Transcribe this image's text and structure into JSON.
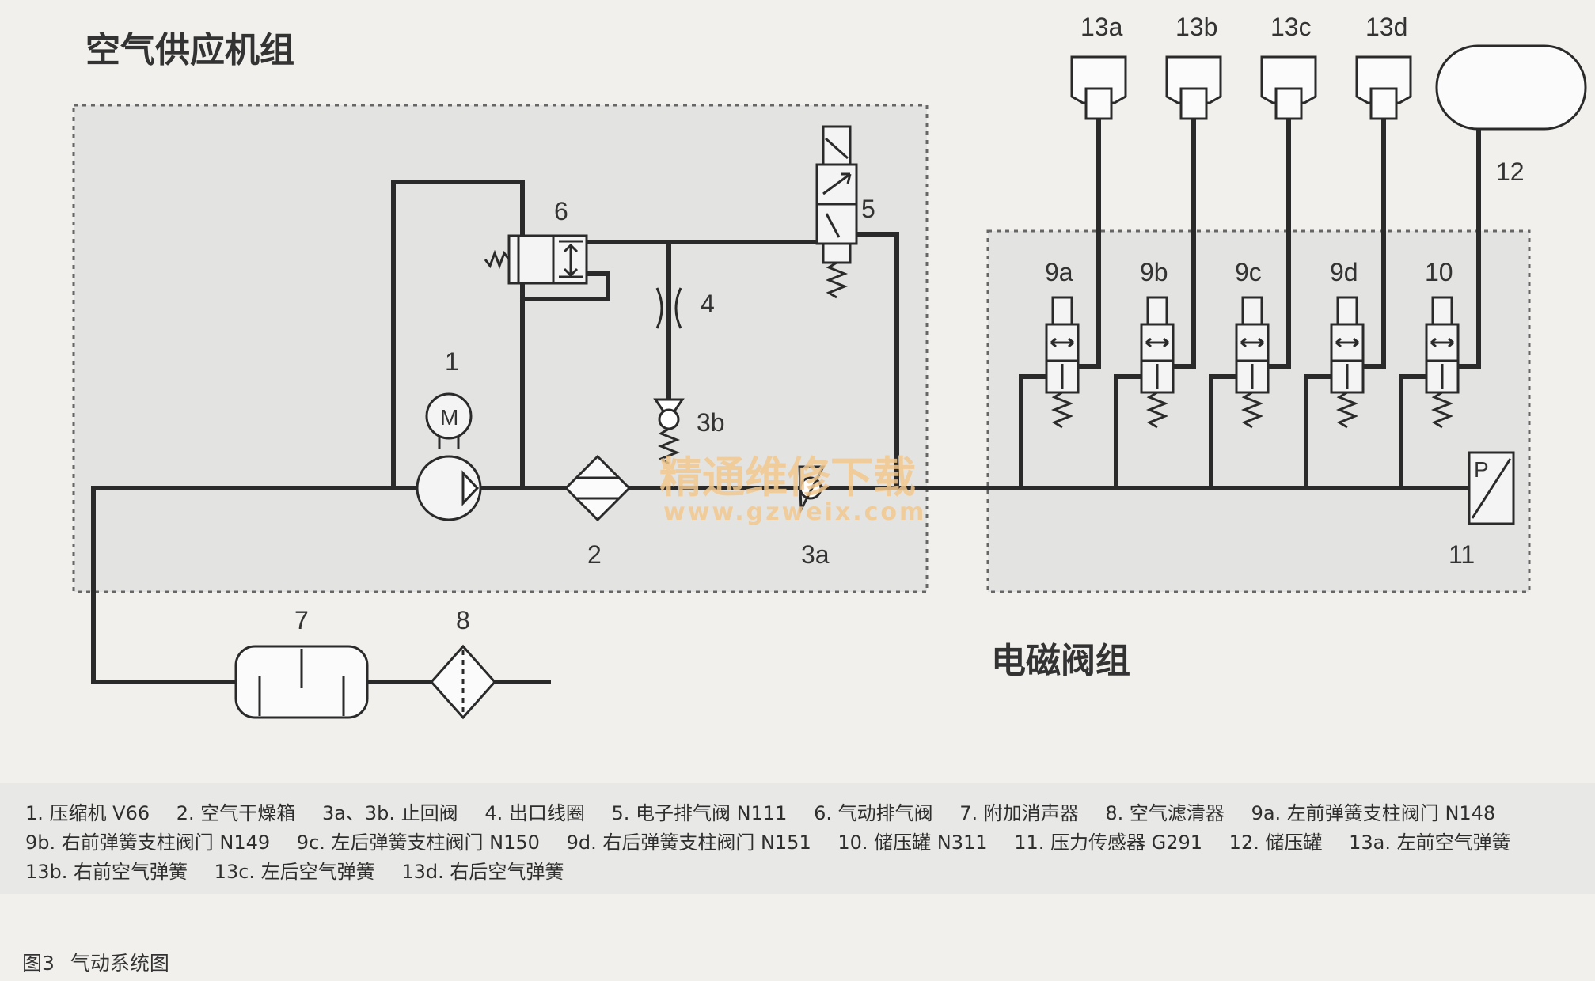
{
  "titles": {
    "air_supply_unit": "空气供应机组",
    "solenoid_valve_block": "电磁阀组"
  },
  "component_labels": {
    "c1": "1",
    "c2": "2",
    "c3a": "3a",
    "c3b": "3b",
    "c4": "4",
    "c5": "5",
    "c6": "6",
    "c7": "7",
    "c8": "8",
    "c9a": "9a",
    "c9b": "9b",
    "c9c": "9c",
    "c9d": "9d",
    "c10": "10",
    "c11": "11",
    "c12": "12",
    "c13a": "13a",
    "c13b": "13b",
    "c13c": "13c",
    "c13d": "13d",
    "motor": "M",
    "pressure": "P"
  },
  "watermark": {
    "cn": "精通维修下载",
    "url": "www.gzweix.com"
  },
  "legend": [
    "1. 压缩机 V66",
    "2. 空气干燥箱",
    "3a、3b. 止回阀",
    "4. 出口线圈",
    "5. 电子排气阀 N111",
    "6. 气动排气阀",
    "7. 附加消声器",
    "8. 空气滤清器",
    "9a. 左前弹簧支柱阀门 N148",
    "9b. 右前弹簧支柱阀门 N149",
    "9c. 左后弹簧支柱阀门 N150",
    "9d. 右后弹簧支柱阀门 N151",
    "10. 储压罐 N311",
    "11. 压力传感器 G291",
    "12. 储压罐",
    "13a. 左前空气弹簧",
    "13b. 右前空气弹簧",
    "13c. 左后空气弹簧",
    "13d. 右后空气弹簧"
  ],
  "caption": {
    "number": "图3",
    "text": "气动系统图"
  }
}
